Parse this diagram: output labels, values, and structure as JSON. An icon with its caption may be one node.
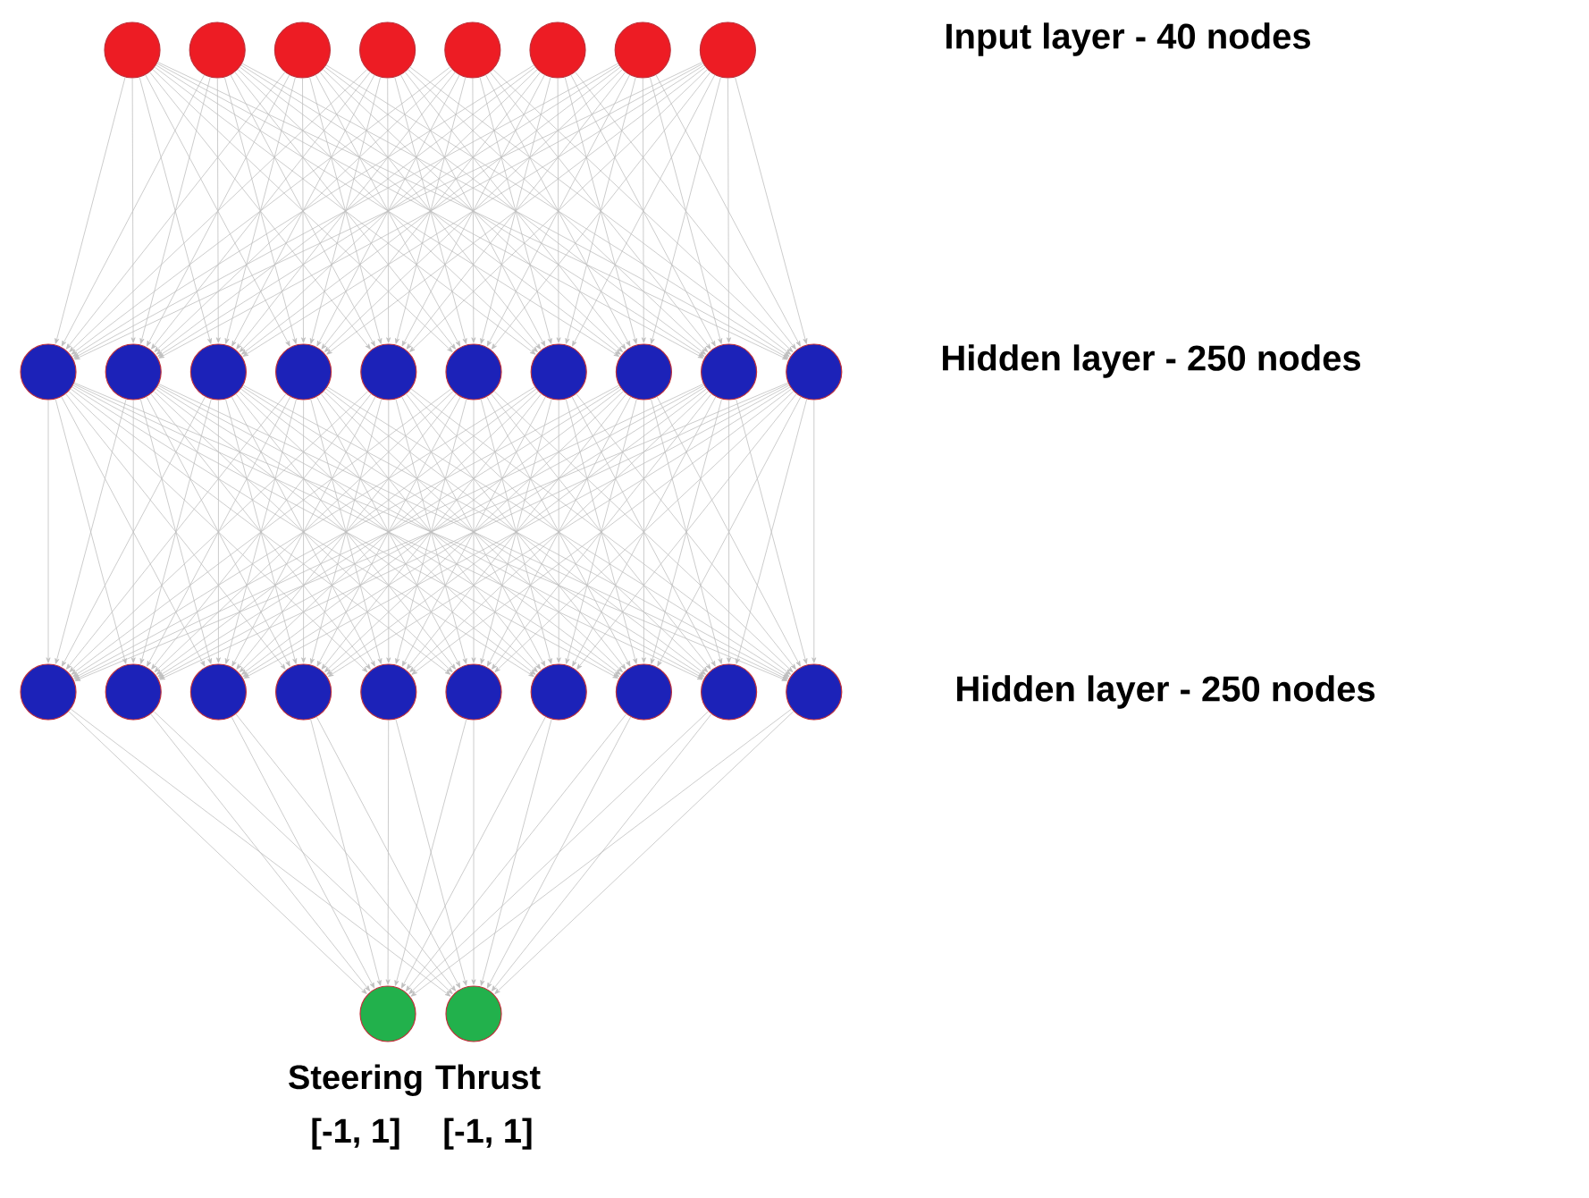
{
  "diagram": {
    "nodes": [
      {
        "text": [],
        "shape": "circle"
      },
      {
        "text": [],
        "shape": "circle"
      },
      {
        "text": [],
        "shape": "circle"
      },
      {
        "text": [],
        "shape": "circle"
      },
      {
        "text": [],
        "shape": "circle"
      },
      {
        "text": [],
        "shape": "circle"
      },
      {
        "text": [],
        "shape": "circle"
      },
      {
        "text": [],
        "shape": "circle"
      },
      {
        "text": [],
        "shape": "circle"
      },
      {
        "text": [],
        "shape": "circle"
      },
      {
        "text": [],
        "shape": "circle"
      },
      {
        "text": [],
        "shape": "circle"
      },
      {
        "text": [],
        "shape": "circle"
      },
      {
        "text": [],
        "shape": "circle"
      },
      {
        "text": [],
        "shape": "circle"
      },
      {
        "text": [],
        "shape": "circle"
      },
      {
        "text": [],
        "shape": "circle"
      },
      {
        "text": [],
        "shape": "circle"
      },
      {
        "text": [],
        "shape": "circle"
      },
      {
        "text": [],
        "shape": "circle"
      },
      {
        "text": [],
        "shape": "circle"
      },
      {
        "text": [],
        "shape": "circle"
      },
      {
        "text": [],
        "shape": "circle"
      },
      {
        "text": [],
        "shape": "circle"
      },
      {
        "text": [],
        "shape": "circle"
      },
      {
        "text": [],
        "shape": "circle"
      },
      {
        "text": [],
        "shape": "circle"
      },
      {
        "text": [],
        "shape": "circle"
      },
      {
        "text": [],
        "shape": "circle",
        "beside": [
          "Steering",
          "[-1, 1]"
        ]
      },
      {
        "text": [],
        "shape": "circle",
        "beside": [
          "Thrust",
          "[-1, 1]"
        ]
      }
    ],
    "edges": [
      {
        "from": 0,
        "to": 8,
        "arrow": "to"
      },
      {
        "from": 0,
        "to": 9,
        "arrow": "to"
      },
      {
        "from": 0,
        "to": 10,
        "arrow": "to"
      },
      {
        "from": 0,
        "to": 11,
        "arrow": "to"
      },
      {
        "from": 0,
        "to": 12,
        "arrow": "to"
      },
      {
        "from": 0,
        "to": 13,
        "arrow": "to"
      },
      {
        "from": 0,
        "to": 14,
        "arrow": "to"
      },
      {
        "from": 0,
        "to": 15,
        "arrow": "to"
      },
      {
        "from": 0,
        "to": 16,
        "arrow": "to"
      },
      {
        "from": 0,
        "to": 17,
        "arrow": "to"
      },
      {
        "from": 1,
        "to": 8,
        "arrow": "to"
      },
      {
        "from": 1,
        "to": 9,
        "arrow": "to"
      },
      {
        "from": 1,
        "to": 10,
        "arrow": "to"
      },
      {
        "from": 1,
        "to": 11,
        "arrow": "to"
      },
      {
        "from": 1,
        "to": 12,
        "arrow": "to"
      },
      {
        "from": 1,
        "to": 13,
        "arrow": "to"
      },
      {
        "from": 1,
        "to": 14,
        "arrow": "to"
      },
      {
        "from": 1,
        "to": 15,
        "arrow": "to"
      },
      {
        "from": 1,
        "to": 16,
        "arrow": "to"
      },
      {
        "from": 1,
        "to": 17,
        "arrow": "to"
      },
      {
        "from": 2,
        "to": 8,
        "arrow": "to"
      },
      {
        "from": 2,
        "to": 9,
        "arrow": "to"
      },
      {
        "from": 2,
        "to": 10,
        "arrow": "to"
      },
      {
        "from": 2,
        "to": 11,
        "arrow": "to"
      },
      {
        "from": 2,
        "to": 12,
        "arrow": "to"
      },
      {
        "from": 2,
        "to": 13,
        "arrow": "to"
      },
      {
        "from": 2,
        "to": 14,
        "arrow": "to"
      },
      {
        "from": 2,
        "to": 15,
        "arrow": "to"
      },
      {
        "from": 2,
        "to": 16,
        "arrow": "to"
      },
      {
        "from": 2,
        "to": 17,
        "arrow": "to"
      },
      {
        "from": 3,
        "to": 8,
        "arrow": "to"
      },
      {
        "from": 3,
        "to": 9,
        "arrow": "to"
      },
      {
        "from": 3,
        "to": 10,
        "arrow": "to"
      },
      {
        "from": 3,
        "to": 11,
        "arrow": "to"
      },
      {
        "from": 3,
        "to": 12,
        "arrow": "to"
      },
      {
        "from": 3,
        "to": 13,
        "arrow": "to"
      },
      {
        "from": 3,
        "to": 14,
        "arrow": "to"
      },
      {
        "from": 3,
        "to": 15,
        "arrow": "to"
      },
      {
        "from": 3,
        "to": 16,
        "arrow": "to"
      },
      {
        "from": 3,
        "to": 17,
        "arrow": "to"
      },
      {
        "from": 4,
        "to": 8,
        "arrow": "to"
      },
      {
        "from": 4,
        "to": 9,
        "arrow": "to"
      },
      {
        "from": 4,
        "to": 10,
        "arrow": "to"
      },
      {
        "from": 4,
        "to": 11,
        "arrow": "to"
      },
      {
        "from": 4,
        "to": 12,
        "arrow": "to"
      },
      {
        "from": 4,
        "to": 13,
        "arrow": "to"
      },
      {
        "from": 4,
        "to": 14,
        "arrow": "to"
      },
      {
        "from": 4,
        "to": 15,
        "arrow": "to"
      },
      {
        "from": 4,
        "to": 16,
        "arrow": "to"
      },
      {
        "from": 4,
        "to": 17,
        "arrow": "to"
      },
      {
        "from": 5,
        "to": 8,
        "arrow": "to"
      },
      {
        "from": 5,
        "to": 9,
        "arrow": "to"
      },
      {
        "from": 5,
        "to": 10,
        "arrow": "to"
      },
      {
        "from": 5,
        "to": 11,
        "arrow": "to"
      },
      {
        "from": 5,
        "to": 12,
        "arrow": "to"
      },
      {
        "from": 5,
        "to": 13,
        "arrow": "to"
      },
      {
        "from": 5,
        "to": 14,
        "arrow": "to"
      },
      {
        "from": 5,
        "to": 15,
        "arrow": "to"
      },
      {
        "from": 5,
        "to": 16,
        "arrow": "to"
      },
      {
        "from": 5,
        "to": 17,
        "arrow": "to"
      },
      {
        "from": 6,
        "to": 8,
        "arrow": "to"
      },
      {
        "from": 6,
        "to": 9,
        "arrow": "to"
      },
      {
        "from": 6,
        "to": 10,
        "arrow": "to"
      },
      {
        "from": 6,
        "to": 11,
        "arrow": "to"
      },
      {
        "from": 6,
        "to": 12,
        "arrow": "to"
      },
      {
        "from": 6,
        "to": 13,
        "arrow": "to"
      },
      {
        "from": 6,
        "to": 14,
        "arrow": "to"
      },
      {
        "from": 6,
        "to": 15,
        "arrow": "to"
      },
      {
        "from": 6,
        "to": 16,
        "arrow": "to"
      },
      {
        "from": 6,
        "to": 17,
        "arrow": "to"
      },
      {
        "from": 7,
        "to": 8,
        "arrow": "to"
      },
      {
        "from": 7,
        "to": 9,
        "arrow": "to"
      },
      {
        "from": 7,
        "to": 10,
        "arrow": "to"
      },
      {
        "from": 7,
        "to": 11,
        "arrow": "to"
      },
      {
        "from": 7,
        "to": 12,
        "arrow": "to"
      },
      {
        "from": 7,
        "to": 13,
        "arrow": "to"
      },
      {
        "from": 7,
        "to": 14,
        "arrow": "to"
      },
      {
        "from": 7,
        "to": 15,
        "arrow": "to"
      },
      {
        "from": 7,
        "to": 16,
        "arrow": "to"
      },
      {
        "from": 7,
        "to": 17,
        "arrow": "to"
      },
      {
        "from": 8,
        "to": 18,
        "arrow": "to"
      },
      {
        "from": 8,
        "to": 19,
        "arrow": "to"
      },
      {
        "from": 8,
        "to": 20,
        "arrow": "to"
      },
      {
        "from": 8,
        "to": 21,
        "arrow": "to"
      },
      {
        "from": 8,
        "to": 22,
        "arrow": "to"
      },
      {
        "from": 8,
        "to": 23,
        "arrow": "to"
      },
      {
        "from": 8,
        "to": 24,
        "arrow": "to"
      },
      {
        "from": 8,
        "to": 25,
        "arrow": "to"
      },
      {
        "from": 8,
        "to": 26,
        "arrow": "to"
      },
      {
        "from": 8,
        "to": 27,
        "arrow": "to"
      },
      {
        "from": 9,
        "to": 18,
        "arrow": "to"
      },
      {
        "from": 9,
        "to": 19,
        "arrow": "to"
      },
      {
        "from": 9,
        "to": 20,
        "arrow": "to"
      },
      {
        "from": 9,
        "to": 21,
        "arrow": "to"
      },
      {
        "from": 9,
        "to": 22,
        "arrow": "to"
      },
      {
        "from": 9,
        "to": 23,
        "arrow": "to"
      },
      {
        "from": 9,
        "to": 24,
        "arrow": "to"
      },
      {
        "from": 9,
        "to": 25,
        "arrow": "to"
      },
      {
        "from": 9,
        "to": 26,
        "arrow": "to"
      },
      {
        "from": 9,
        "to": 27,
        "arrow": "to"
      },
      {
        "from": 10,
        "to": 18,
        "arrow": "to"
      },
      {
        "from": 10,
        "to": 19,
        "arrow": "to"
      },
      {
        "from": 10,
        "to": 20,
        "arrow": "to"
      },
      {
        "from": 10,
        "to": 21,
        "arrow": "to"
      },
      {
        "from": 10,
        "to": 22,
        "arrow": "to"
      },
      {
        "from": 10,
        "to": 23,
        "arrow": "to"
      },
      {
        "from": 10,
        "to": 24,
        "arrow": "to"
      },
      {
        "from": 10,
        "to": 25,
        "arrow": "to"
      },
      {
        "from": 10,
        "to": 26,
        "arrow": "to"
      },
      {
        "from": 10,
        "to": 27,
        "arrow": "to"
      },
      {
        "from": 11,
        "to": 18,
        "arrow": "to"
      },
      {
        "from": 11,
        "to": 19,
        "arrow": "to"
      },
      {
        "from": 11,
        "to": 20,
        "arrow": "to"
      },
      {
        "from": 11,
        "to": 21,
        "arrow": "to"
      },
      {
        "from": 11,
        "to": 22,
        "arrow": "to"
      },
      {
        "from": 11,
        "to": 23,
        "arrow": "to"
      },
      {
        "from": 11,
        "to": 24,
        "arrow": "to"
      },
      {
        "from": 11,
        "to": 25,
        "arrow": "to"
      },
      {
        "from": 11,
        "to": 26,
        "arrow": "to"
      },
      {
        "from": 11,
        "to": 27,
        "arrow": "to"
      },
      {
        "from": 12,
        "to": 18,
        "arrow": "to"
      },
      {
        "from": 12,
        "to": 19,
        "arrow": "to"
      },
      {
        "from": 12,
        "to": 20,
        "arrow": "to"
      },
      {
        "from": 12,
        "to": 21,
        "arrow": "to"
      },
      {
        "from": 12,
        "to": 22,
        "arrow": "to"
      },
      {
        "from": 12,
        "to": 23,
        "arrow": "to"
      },
      {
        "from": 12,
        "to": 24,
        "arrow": "to"
      },
      {
        "from": 12,
        "to": 25,
        "arrow": "to"
      },
      {
        "from": 12,
        "to": 26,
        "arrow": "to"
      },
      {
        "from": 12,
        "to": 27,
        "arrow": "to"
      },
      {
        "from": 13,
        "to": 18,
        "arrow": "to"
      },
      {
        "from": 13,
        "to": 19,
        "arrow": "to"
      },
      {
        "from": 13,
        "to": 20,
        "arrow": "to"
      },
      {
        "from": 13,
        "to": 21,
        "arrow": "to"
      },
      {
        "from": 13,
        "to": 22,
        "arrow": "to"
      },
      {
        "from": 13,
        "to": 23,
        "arrow": "to"
      },
      {
        "from": 13,
        "to": 24,
        "arrow": "to"
      },
      {
        "from": 13,
        "to": 25,
        "arrow": "to"
      },
      {
        "from": 13,
        "to": 26,
        "arrow": "to"
      },
      {
        "from": 13,
        "to": 27,
        "arrow": "to"
      },
      {
        "from": 14,
        "to": 18,
        "arrow": "to"
      },
      {
        "from": 14,
        "to": 19,
        "arrow": "to"
      },
      {
        "from": 14,
        "to": 20,
        "arrow": "to"
      },
      {
        "from": 14,
        "to": 21,
        "arrow": "to"
      },
      {
        "from": 14,
        "to": 22,
        "arrow": "to"
      },
      {
        "from": 14,
        "to": 23,
        "arrow": "to"
      },
      {
        "from": 14,
        "to": 24,
        "arrow": "to"
      },
      {
        "from": 14,
        "to": 25,
        "arrow": "to"
      },
      {
        "from": 14,
        "to": 26,
        "arrow": "to"
      },
      {
        "from": 14,
        "to": 27,
        "arrow": "to"
      },
      {
        "from": 15,
        "to": 18,
        "arrow": "to"
      },
      {
        "from": 15,
        "to": 19,
        "arrow": "to"
      },
      {
        "from": 15,
        "to": 20,
        "arrow": "to"
      },
      {
        "from": 15,
        "to": 21,
        "arrow": "to"
      },
      {
        "from": 15,
        "to": 22,
        "arrow": "to"
      },
      {
        "from": 15,
        "to": 23,
        "arrow": "to"
      },
      {
        "from": 15,
        "to": 24,
        "arrow": "to"
      },
      {
        "from": 15,
        "to": 25,
        "arrow": "to"
      },
      {
        "from": 15,
        "to": 26,
        "arrow": "to"
      },
      {
        "from": 15,
        "to": 27,
        "arrow": "to"
      },
      {
        "from": 16,
        "to": 18,
        "arrow": "to"
      },
      {
        "from": 16,
        "to": 19,
        "arrow": "to"
      },
      {
        "from": 16,
        "to": 20,
        "arrow": "to"
      },
      {
        "from": 16,
        "to": 21,
        "arrow": "to"
      },
      {
        "from": 16,
        "to": 22,
        "arrow": "to"
      },
      {
        "from": 16,
        "to": 23,
        "arrow": "to"
      },
      {
        "from": 16,
        "to": 24,
        "arrow": "to"
      },
      {
        "from": 16,
        "to": 25,
        "arrow": "to"
      },
      {
        "from": 16,
        "to": 26,
        "arrow": "to"
      },
      {
        "from": 16,
        "to": 27,
        "arrow": "to"
      },
      {
        "from": 17,
        "to": 18,
        "arrow": "to"
      },
      {
        "from": 17,
        "to": 19,
        "arrow": "to"
      },
      {
        "from": 17,
        "to": 20,
        "arrow": "to"
      },
      {
        "from": 17,
        "to": 21,
        "arrow": "to"
      },
      {
        "from": 17,
        "to": 22,
        "arrow": "to"
      },
      {
        "from": 17,
        "to": 23,
        "arrow": "to"
      },
      {
        "from": 17,
        "to": 24,
        "arrow": "to"
      },
      {
        "from": 17,
        "to": 25,
        "arrow": "to"
      },
      {
        "from": 17,
        "to": 26,
        "arrow": "to"
      },
      {
        "from": 17,
        "to": 27,
        "arrow": "to"
      },
      {
        "from": 18,
        "to": 28,
        "arrow": "to"
      },
      {
        "from": 18,
        "to": 29,
        "arrow": "to"
      },
      {
        "from": 19,
        "to": 28,
        "arrow": "to"
      },
      {
        "from": 19,
        "to": 29,
        "arrow": "to"
      },
      {
        "from": 20,
        "to": 28,
        "arrow": "to"
      },
      {
        "from": 20,
        "to": 29,
        "arrow": "to"
      },
      {
        "from": 21,
        "to": 28,
        "arrow": "to"
      },
      {
        "from": 21,
        "to": 29,
        "arrow": "to"
      },
      {
        "from": 22,
        "to": 28,
        "arrow": "to"
      },
      {
        "from": 22,
        "to": 29,
        "arrow": "to"
      },
      {
        "from": 23,
        "to": 28,
        "arrow": "to"
      },
      {
        "from": 23,
        "to": 29,
        "arrow": "to"
      },
      {
        "from": 24,
        "to": 28,
        "arrow": "to"
      },
      {
        "from": 24,
        "to": 29,
        "arrow": "to"
      },
      {
        "from": 25,
        "to": 28,
        "arrow": "to"
      },
      {
        "from": 25,
        "to": 29,
        "arrow": "to"
      },
      {
        "from": 26,
        "to": 28,
        "arrow": "to"
      },
      {
        "from": 26,
        "to": 29,
        "arrow": "to"
      },
      {
        "from": 27,
        "to": 28,
        "arrow": "to"
      },
      {
        "from": 27,
        "to": 29,
        "arrow": "to"
      }
    ],
    "labels": [
      "Input layer - 40 nodes",
      "Hidden layer - 250 nodes",
      "Hidden layer - 250 nodes"
    ]
  }
}
